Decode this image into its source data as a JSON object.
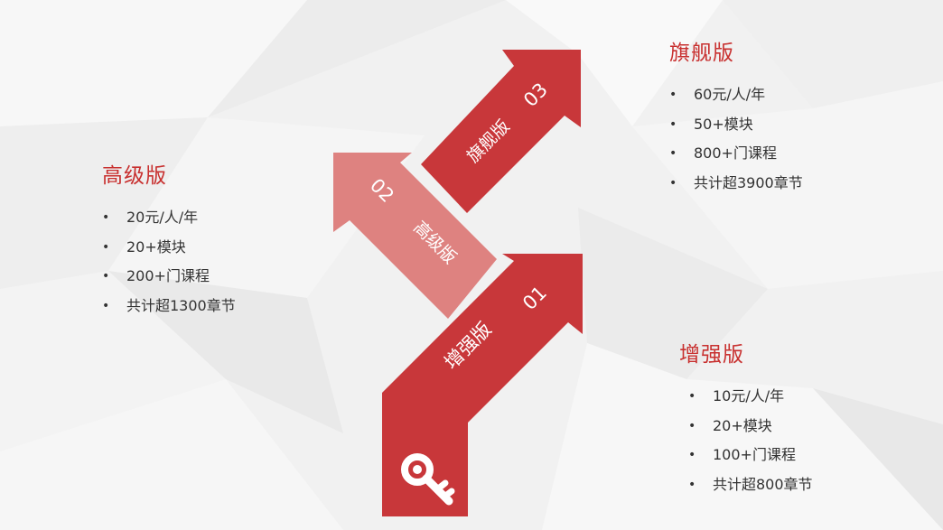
{
  "colors": {
    "accent": "#c8302f",
    "arrow_dark": "#c8373a",
    "arrow_light": "#de8280",
    "text": "#333333"
  },
  "steps": [
    {
      "number": "01",
      "label": "增强版",
      "icon": "key-icon",
      "features": [
        "10元/人/年",
        "20+模块",
        "100+门课程",
        "共计超800章节"
      ]
    },
    {
      "number": "02",
      "label": "高级版",
      "features": [
        "20元/人/年",
        "20+模块",
        "200+门课程",
        "共计超1300章节"
      ]
    },
    {
      "number": "03",
      "label": "旗舰版",
      "features": [
        "60元/人/年",
        "50+模块",
        "800+门课程",
        "共计超3900章节"
      ]
    }
  ]
}
